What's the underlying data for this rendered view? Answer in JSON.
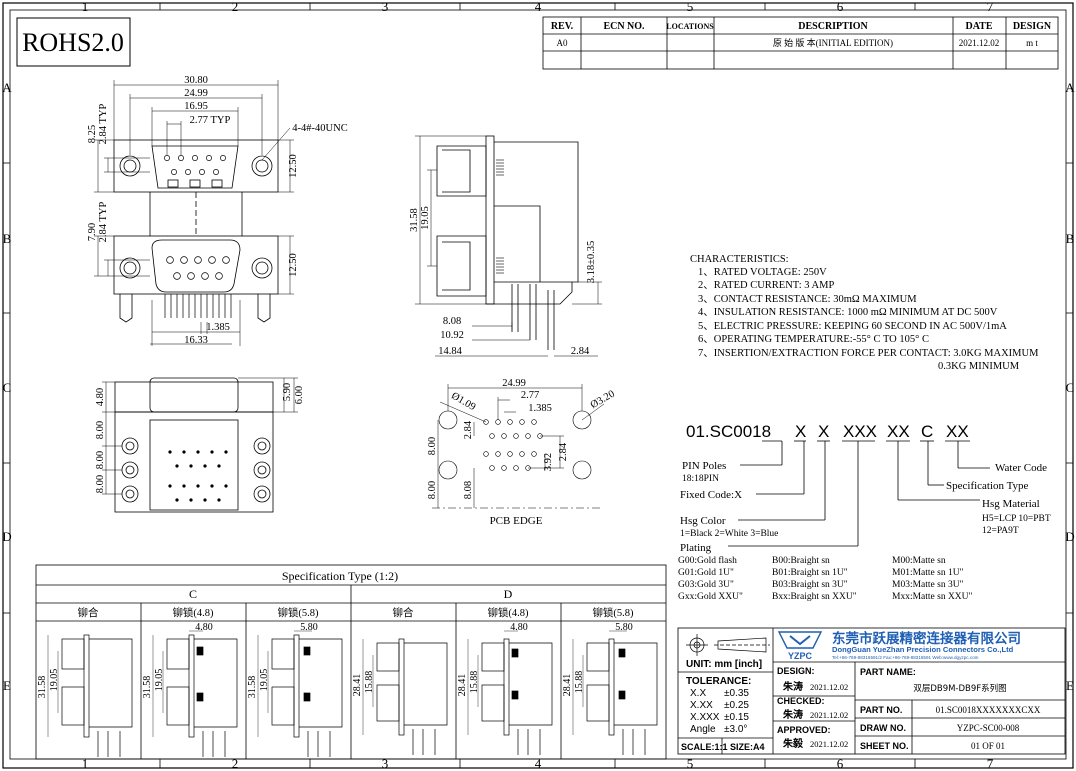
{
  "grid": {
    "cols": [
      "1",
      "2",
      "3",
      "4",
      "5",
      "6",
      "7"
    ],
    "rows": [
      "A",
      "B",
      "C",
      "D",
      "E"
    ]
  },
  "rohs": "ROHS2.0",
  "revision_table": {
    "headers": [
      "REV.",
      "ECN NO.",
      "LOCATIONS",
      "DESCRIPTION",
      "DATE",
      "DESIGN"
    ],
    "rows": [
      [
        "A0",
        "",
        "",
        "原 始 版 本(INITIAL EDITION)",
        "2021.12.02",
        "m  t"
      ],
      [
        "",
        "",
        "",
        "",
        "",
        ""
      ]
    ]
  },
  "top_view": {
    "dims": [
      "30.80",
      "24.99",
      "16.95",
      "2.77 TYP",
      "8.25",
      "2.84 TYP",
      "4-4#-40UNC",
      "12.50",
      "7.90",
      "2.84 TYP",
      "12.50",
      "1.385",
      "16.33"
    ]
  },
  "side_view": {
    "dims": [
      "31.58",
      "19.05",
      "3.18±0.35",
      "8.08",
      "10.92",
      "14.84",
      "2.84"
    ]
  },
  "front_view": {
    "dims": [
      "4.80",
      "5.90",
      "6.00",
      "8.00",
      "8.00",
      "8.00"
    ]
  },
  "pcb": {
    "dims": [
      "24.99",
      "2.77",
      "1.385",
      "Ø1.09",
      "Ø3.20",
      "2.84",
      "2.84",
      "8.00",
      "8.00",
      "8.08",
      "3.92"
    ],
    "label": "PCB EDGE"
  },
  "characteristics": {
    "title": "CHARACTERISTICS:",
    "items": [
      "1、RATED VOLTAGE: 250V",
      "2、RATED CURRENT: 3 AMP",
      "3、CONTACT RESISTANCE: 30mΩ MAXIMUM",
      "4、INSULATION RESISTANCE: 1000 mΩ MINIMUM AT DC 500V",
      "5、ELECTRIC PRESSURE: KEEPING 60 SECOND IN AC 500V/1mA",
      "6、OPERATING TEMPERATURE:-55° C TO 105° C",
      "7、INSERTION/EXTRACTION FORCE PER CONTACT: 3.0KG MAXIMUM",
      "0.3KG MINIMUM"
    ]
  },
  "part_code": {
    "segments": [
      "01.SC0018",
      "X",
      "X",
      "XXX",
      "XX",
      "C",
      "XX"
    ],
    "labels": {
      "pin_poles": "PIN Poles",
      "pin_poles_val": "18:18PIN",
      "fixed_code": "Fixed Code:X",
      "hsg_color": "Hsg Color",
      "hsg_color_val": "1=Black  2=White 3=Blue",
      "water_code": "Water Code",
      "spec_type": "Specification Type",
      "hsg_material": "Hsg Material",
      "hsg_material_val1": "H5=LCP 10=PBT",
      "hsg_material_val2": "12=PA9T",
      "plating": "Plating"
    },
    "plating_rows": [
      [
        "G00:Gold flash",
        "B00:Braight sn",
        "M00:Matte sn"
      ],
      [
        "G01:Gold 1U\"",
        "B01:Braight sn  1U\"",
        "M01:Matte sn  1U\""
      ],
      [
        "G03:Gold 3U\"",
        "B03:Braight sn  3U\"",
        "M03:Matte sn  3U\""
      ],
      [
        "Gxx:Gold XXU\"",
        "Bxx:Braight sn  XXU\"",
        "Mxx:Matte sn  XXU\""
      ]
    ]
  },
  "spec_table": {
    "title": "Specification Type (1:2)",
    "groups": [
      "C",
      "D"
    ],
    "cols": [
      "铆合",
      "铆锁(4.8)",
      "铆锁(5.8)",
      "铆合",
      "铆锁(4.8)",
      "铆锁(5.8)"
    ],
    "col_dims": [
      [
        "31.58",
        "19.05"
      ],
      [
        "31.58",
        "19.05",
        "4.80"
      ],
      [
        "31.58",
        "19.05",
        "5.80"
      ],
      [
        "28.41",
        "15.88"
      ],
      [
        "28.41",
        "15.88",
        "4.80"
      ],
      [
        "28.41",
        "15.88",
        "5.80"
      ]
    ]
  },
  "title_block": {
    "company_cn": "东莞市跃展精密连接器有限公司",
    "company_en": "DongGuan YueZhan Precision Connectors Co.,Ltd",
    "company_tel": "Tel:+86-769-88316591/2  Fax:+86-769-88316591  Web:www.dgyzpc.com",
    "logo": "YZPC",
    "unit": "UNIT: mm [inch]",
    "tolerance_title": "TOLERANCE:",
    "tolerances": [
      [
        "X.X",
        "±0.35"
      ],
      [
        "X.XX",
        "±0.25"
      ],
      [
        "X.XXX",
        "±0.15"
      ],
      [
        "Angle",
        "±3.0°"
      ]
    ],
    "scale": "SCALE:1:1",
    "size": "SIZE:A4",
    "design_label": "DESIGN:",
    "design_name": "朱涛",
    "design_date": "2021.12.02",
    "checked_label": "CHECKED:",
    "checked_name": "朱涛",
    "checked_date": "2021.12.02",
    "approved_label": "APPROVED:",
    "approved_name": "朱毅",
    "approved_date": "2021.12.02",
    "part_name_label": "PART NAME:",
    "part_name": "双层DB9M-DB9F系列图",
    "part_no_label": "PART NO.",
    "part_no": "01.SC0018XXXXXXXCXX",
    "draw_no_label": "DRAW NO.",
    "draw_no": "YZPC-SC00-008",
    "sheet_no_label": "SHEET NO.",
    "sheet_no": "01 OF 01"
  }
}
